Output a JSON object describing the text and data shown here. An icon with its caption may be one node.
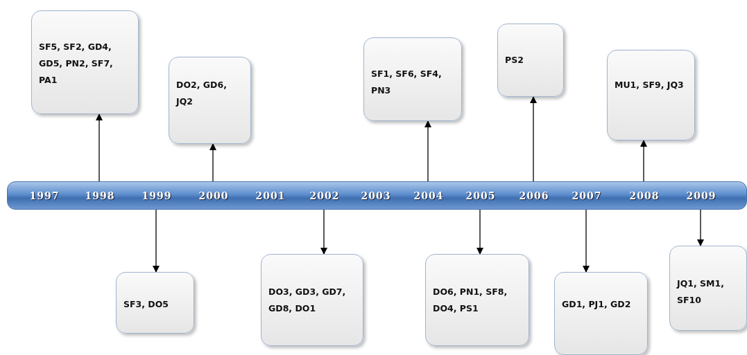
{
  "diagram": {
    "nodes": [
      {
        "text": [],
        "shape": "bar"
      },
      {
        "text": [
          "1997"
        ],
        "in": 0
      },
      {
        "text": [
          "1998"
        ],
        "in": 0
      },
      {
        "text": [
          "1999"
        ],
        "in": 0
      },
      {
        "text": [
          "2000"
        ],
        "in": 0
      },
      {
        "text": [
          "2001"
        ],
        "in": 0
      },
      {
        "text": [
          "2002"
        ],
        "in": 0
      },
      {
        "text": [
          "2003"
        ],
        "in": 0
      },
      {
        "text": [
          "2004"
        ],
        "in": 0
      },
      {
        "text": [
          "2005"
        ],
        "in": 0
      },
      {
        "text": [
          "2006"
        ],
        "in": 0
      },
      {
        "text": [
          "2007"
        ],
        "in": 0
      },
      {
        "text": [
          "2008"
        ],
        "in": 0
      },
      {
        "text": [
          "2009"
        ],
        "in": 0
      },
      {
        "text": [
          "SF5, SF2, GD4, GD5, PN2, SF7, PA1"
        ]
      },
      {
        "text": [
          "DO2, GD6, JQ2"
        ]
      },
      {
        "text": [
          "SF1, SF6, SF4, PN3"
        ]
      },
      {
        "text": [
          "PS2"
        ]
      },
      {
        "text": [
          "MU1, SF9, JQ3"
        ]
      },
      {
        "text": [
          "SF3, DO5"
        ]
      },
      {
        "text": [
          "DO3, GD3, GD7, GD8, DO1"
        ]
      },
      {
        "text": [
          "DO6, PN1, SF8, DO4, PS1"
        ]
      },
      {
        "text": [
          "GD1, PJ1, GD2"
        ]
      },
      {
        "text": [
          "JQ1, SM1, SF10"
        ]
      }
    ],
    "edges": [
      {
        "from": 2,
        "to": 14,
        "arrow": "to"
      },
      {
        "from": 4,
        "to": 15,
        "arrow": "to"
      },
      {
        "from": 8,
        "to": 16,
        "arrow": "to"
      },
      {
        "from": 10,
        "to": 17,
        "arrow": "to"
      },
      {
        "from": 12,
        "to": 18,
        "arrow": "to"
      },
      {
        "from": 3,
        "to": 19,
        "arrow": "to"
      },
      {
        "from": 6,
        "to": 20,
        "arrow": "to"
      },
      {
        "from": 9,
        "to": 21,
        "arrow": "to"
      },
      {
        "from": 11,
        "to": 22,
        "arrow": "to"
      },
      {
        "from": 13,
        "to": 23,
        "arrow": "to"
      }
    ]
  }
}
